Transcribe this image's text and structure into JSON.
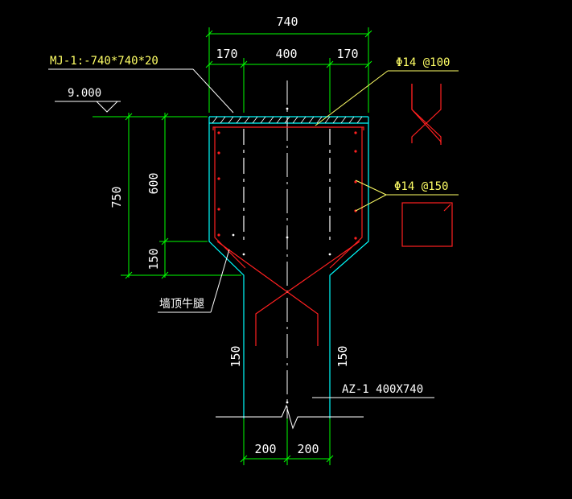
{
  "drawing": {
    "dimensions": {
      "total_width": "740",
      "left_part": "170",
      "middle_part": "400",
      "right_part": "170",
      "total_height": "750",
      "upper_height": "600",
      "lower_height": "150",
      "left_column_label": "150",
      "right_column_label": "150",
      "bottom_left": "200",
      "bottom_right": "200"
    },
    "elevation": "9.000",
    "embed_plate_label": "MJ-1:-740*740*20",
    "rebar_top_label": "Φ14 @100",
    "rebar_side_label": "Φ14 @150",
    "corbel_label": "墙顶牛腿",
    "column_label": "AZ-1 400X740"
  },
  "colors": {
    "background": "#000000",
    "dimension": "#00ff00",
    "outline": "#00ffff",
    "rebar": "#ff2020",
    "annotation": "#ffff66",
    "text": "#ffffff"
  }
}
